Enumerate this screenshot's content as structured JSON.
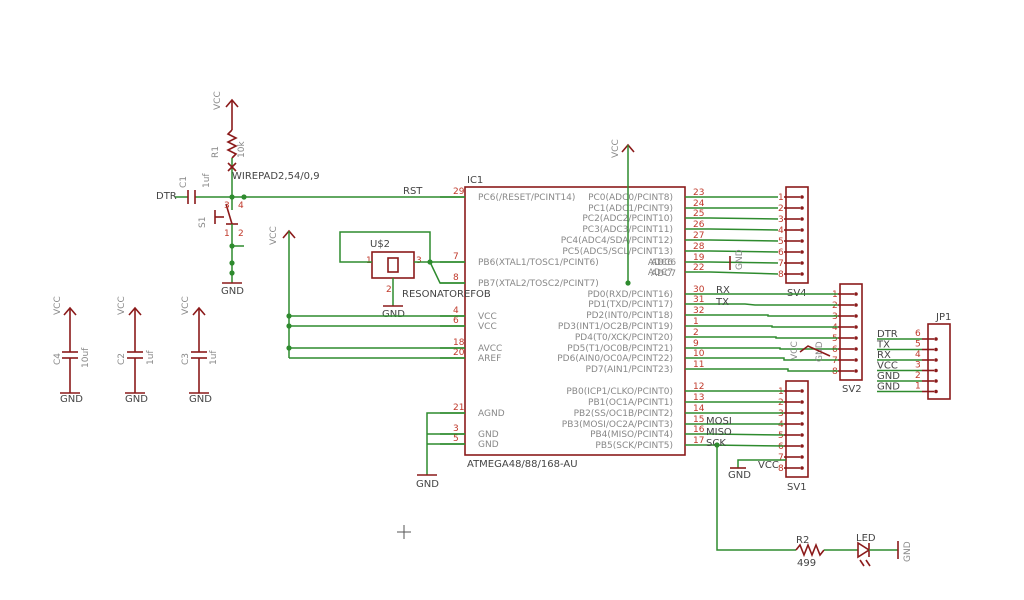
{
  "ic": {
    "ref": "IC1",
    "part": "ATMEGA48/88/168-AU",
    "left_pins": [
      {
        "num": "29",
        "name": "PC6(/RESET/PCINT14)"
      },
      {
        "num": "7",
        "name": "PB6(XTAL1/TOSC1/PCINT6)"
      },
      {
        "num": "8",
        "name": "PB7(XTAL2/TOSC2/PCINT7)"
      },
      {
        "num": "4",
        "name": "VCC"
      },
      {
        "num": "6",
        "name": "VCC"
      },
      {
        "num": "18",
        "name": "AVCC"
      },
      {
        "num": "20",
        "name": "AREF"
      },
      {
        "num": "21",
        "name": "AGND"
      },
      {
        "num": "3",
        "name": "GND"
      },
      {
        "num": "5",
        "name": "GND"
      }
    ],
    "right_pins": [
      {
        "num": "23",
        "name": "PC0(ADC0/PCINT8)"
      },
      {
        "num": "24",
        "name": "PC1(ADC1/PCINT9)"
      },
      {
        "num": "25",
        "name": "PC2(ADC2/PCINT10)"
      },
      {
        "num": "26",
        "name": "PC3(ADC3/PCINT11)"
      },
      {
        "num": "27",
        "name": "PC4(ADC4/SDA/PCINT12)"
      },
      {
        "num": "28",
        "name": "PC5(ADC5/SCL/PCINT13)"
      },
      {
        "num": "19",
        "name": "ADC6"
      },
      {
        "num": "22",
        "name": "ADC7"
      },
      {
        "num": "30",
        "name": "PD0(RXD/PCINT16)"
      },
      {
        "num": "31",
        "name": "PD1(TXD/PCINT17)"
      },
      {
        "num": "32",
        "name": "PD2(INT0/PCINT18)"
      },
      {
        "num": "1",
        "name": "PD3(INT1/OC2B/PCINT19)"
      },
      {
        "num": "2",
        "name": "PD4(T0/XCK/PCINT20)"
      },
      {
        "num": "9",
        "name": "PD5(T1/OC0B/PCINT21)"
      },
      {
        "num": "10",
        "name": "PD6(AIN0/OC0A/PCINT22)"
      },
      {
        "num": "11",
        "name": "PD7(AIN1/PCINT23)"
      },
      {
        "num": "12",
        "name": "PB0(ICP1/CLKO/PCINT0)"
      },
      {
        "num": "13",
        "name": "PB1(OC1A/PCINT1)"
      },
      {
        "num": "14",
        "name": "PB2(SS/OC1B/PCINT2)"
      },
      {
        "num": "15",
        "name": "PB3(MOSI/OC2A/PCINT3)"
      },
      {
        "num": "16",
        "name": "PB4(MISO/PCINT4)"
      },
      {
        "num": "17",
        "name": "PB5(SCK/PCINT5)"
      }
    ]
  },
  "labels": {
    "vcc": "VCC",
    "gnd": "GND",
    "rst": "RST",
    "dtr": "DTR",
    "c1": "C1",
    "c1_val": "1uf",
    "s1": "S1",
    "s1_p1": "1",
    "s1_p2": "2",
    "s1_p3": "3",
    "s1_p4": "4",
    "r1": "R1",
    "r1_val": "10k",
    "wirepad": "WIREPAD2,54/0,9",
    "u2": "U$2",
    "resonator": "RESONATOREFOB",
    "u2_p1": "1",
    "u2_p2": "2",
    "u2_p3": "3",
    "adc6": "ADC6",
    "adc7": "ADC7",
    "rx": "RX",
    "tx": "TX",
    "mosi": "MOSI",
    "miso": "MISO",
    "sck": "SCK",
    "sv4": "SV4",
    "sv2": "SV2",
    "sv1": "SV1",
    "jp1": "JP1",
    "c4": "C4",
    "c4_val": "10uf",
    "c2": "C2",
    "c2_val": "1uf",
    "c3": "C3",
    "c3_val": "1uf",
    "r2": "R2",
    "r2_val": "499",
    "led": "LED"
  },
  "headers": {
    "sv4_pins": [
      "1",
      "2",
      "3",
      "4",
      "5",
      "6",
      "7",
      "8"
    ],
    "sv2_pins": [
      "1",
      "2",
      "3",
      "4",
      "5",
      "6",
      "7",
      "8"
    ],
    "sv1_pins": [
      "1",
      "2",
      "3",
      "4",
      "5",
      "6",
      "7",
      "8"
    ]
  },
  "jp1": [
    {
      "name": "DTR",
      "pin": "6"
    },
    {
      "name": "TX",
      "pin": "5"
    },
    {
      "name": "RX",
      "pin": "4"
    },
    {
      "name": "VCC",
      "pin": "3"
    },
    {
      "name": "GND",
      "pin": "2"
    },
    {
      "name": "GND",
      "pin": "1"
    }
  ]
}
